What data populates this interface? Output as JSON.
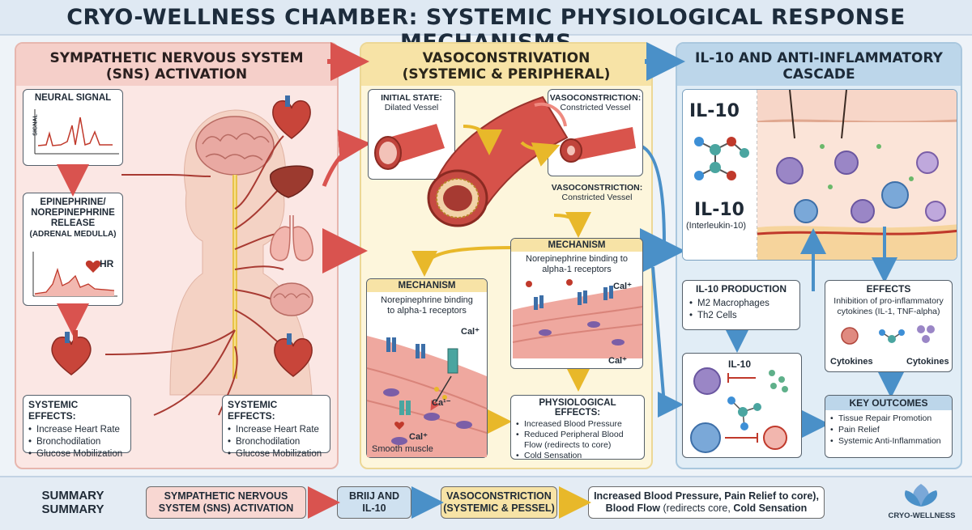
{
  "title": "CRYO-WELLNESS CHAMBER: SYSTEMIC PHYSIOLOGICAL RESPONSE MECHANISMS",
  "panels": {
    "sns": {
      "title_line1": "SYMPATHETIC NERVOUS SYSTEM",
      "title_line2": "(SNS) ACTIVATION",
      "neural_signal": {
        "title": "NEURAL SIGNAL",
        "axis_label": "SIGNAL"
      },
      "release": {
        "line1": "EPINEPHRINE/",
        "line2": "NOREPINEPHRINE",
        "line3": "RELEASE",
        "line4": "(ADRENAL MEDULLA)",
        "hr_label": "HR"
      },
      "effects_left": {
        "title": "SYSTEMIC EFFECTS:",
        "items": [
          "Increase Heart Rate",
          "Bronchodilation",
          "Glucose Mobilization"
        ]
      },
      "effects_right": {
        "title": "SYSTEMIC EFFECTS:",
        "items": [
          "Increase Heart Rate",
          "Bronchodilation",
          "Glucose Mobilization"
        ]
      }
    },
    "vaso": {
      "title_line1": "VASOCONSTRIVATION",
      "title_line2": "(SYSTEMIC & PERIPHERAL)",
      "initial": {
        "line1": "INITIAL STATE:",
        "line2": "Dilated Vessel"
      },
      "constricted_top": {
        "line1": "VASOCONSTRICTION:",
        "line2": "Constricted Vessel"
      },
      "constricted_mid": {
        "line1": "VASOCONSTRICTION:",
        "line2": "Constricted Vessel"
      },
      "mechanism_right": {
        "title": "MECHANISM",
        "line1": "Norepinephrine binding to",
        "line2": "alpha-1 receptors",
        "cal1": "Cal⁺",
        "cal2": "Cal⁺"
      },
      "mechanism_left": {
        "title": "MECHANISM",
        "line1": "Norepinephrine binding",
        "line2": "to alpha-1 receptors",
        "cal1": "Cal⁺",
        "cal2": "Ca¹⁻",
        "cal3": "Cal⁺",
        "smooth": "Smooth muscle"
      },
      "effects": {
        "title": "PHYSIOLOGICAL EFFECTS:",
        "items": [
          "Increased Blood Pressure",
          "Reduced Peripheral Blood Flow (redirects to core)",
          "Cold Sensation"
        ]
      }
    },
    "il10": {
      "title_line1": "IL-10 AND ANTI-INFLAMMATORY",
      "title_line2": "CASCADE",
      "molecule_label_top": "IL-10",
      "molecule_label_bottom": "IL-10",
      "molecule_sub": "(Interleukin-10)",
      "production": {
        "title": "IL-10 PRODUCTION",
        "items": [
          "M2 Macrophages",
          "Th2 Cells"
        ]
      },
      "mini_label": "IL-10",
      "effects": {
        "title": "EFFECTS",
        "line1": "Inhibition of pro-inflammatory",
        "line2": "cytokines (IL-1, TNF-alpha)",
        "cyto1": "Cytokines",
        "cyto2": "Cytokines"
      },
      "outcomes": {
        "title": "KEY OUTCOMES",
        "items": [
          "Tissue Repair Promotion",
          "Pain Relief",
          "Systemic Anti-Inflammation"
        ]
      }
    }
  },
  "summary": {
    "label1": "SUMMARY",
    "label2": "SUMMARY",
    "chip1_line1": "SYMPATHETIC NERVOUS",
    "chip1_line2": "SYSTEM (SNS) ACTIVATION",
    "chip2_line1": "BRIIJ AND",
    "chip2_line2": "IL-10",
    "chip3_line1": "VASOCONSTRICTION",
    "chip3_line2": "(SYSTEMIC & PESSEL)",
    "chip4_line1": "Increased Blood Pressure, Pain Relief to core),",
    "chip4_line2_a": "Blood Flow",
    "chip4_line2_b": " (redirects core, ",
    "chip4_line2_c": "Cold Sensation",
    "brand": "CRYO-WELLNESS"
  },
  "colors": {
    "sns": "#f5cfc9",
    "vaso": "#f7e3a6",
    "il10": "#bcd6ea",
    "arrow_red": "#d9534f",
    "arrow_blue": "#4a90c8",
    "arrow_yellow": "#e8b82a"
  }
}
